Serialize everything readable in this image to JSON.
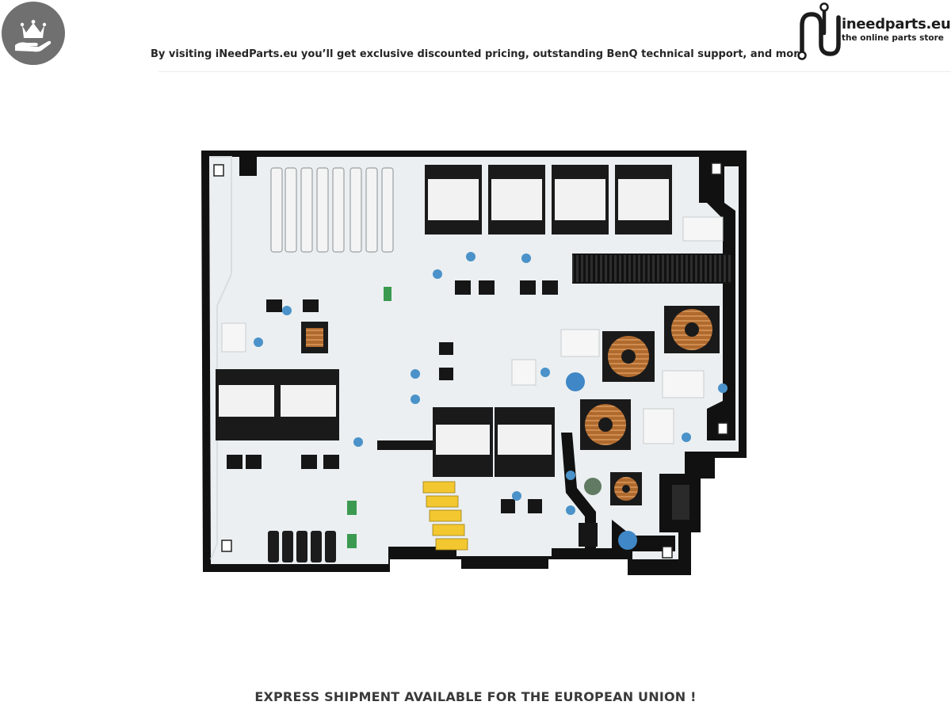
{
  "header": {
    "tagline": "By visiting iNeedParts.eu you’ll get exclusive discounted pricing, outstanding BenQ technical support, and more",
    "badge_icon": "crown-hand-icon",
    "logo": {
      "name": "ineedparts.eu",
      "subtitle": "the online parts store"
    }
  },
  "product": {
    "kind": "tv-power-supply-board"
  },
  "footer": {
    "text": "EXPRESS SHIPMENT AVAILABLE FOR THE EUROPEAN UNION !"
  },
  "colors": {
    "badge": "#707070",
    "text": "#262626",
    "board": "#ebeff1",
    "mask": "#111111"
  }
}
